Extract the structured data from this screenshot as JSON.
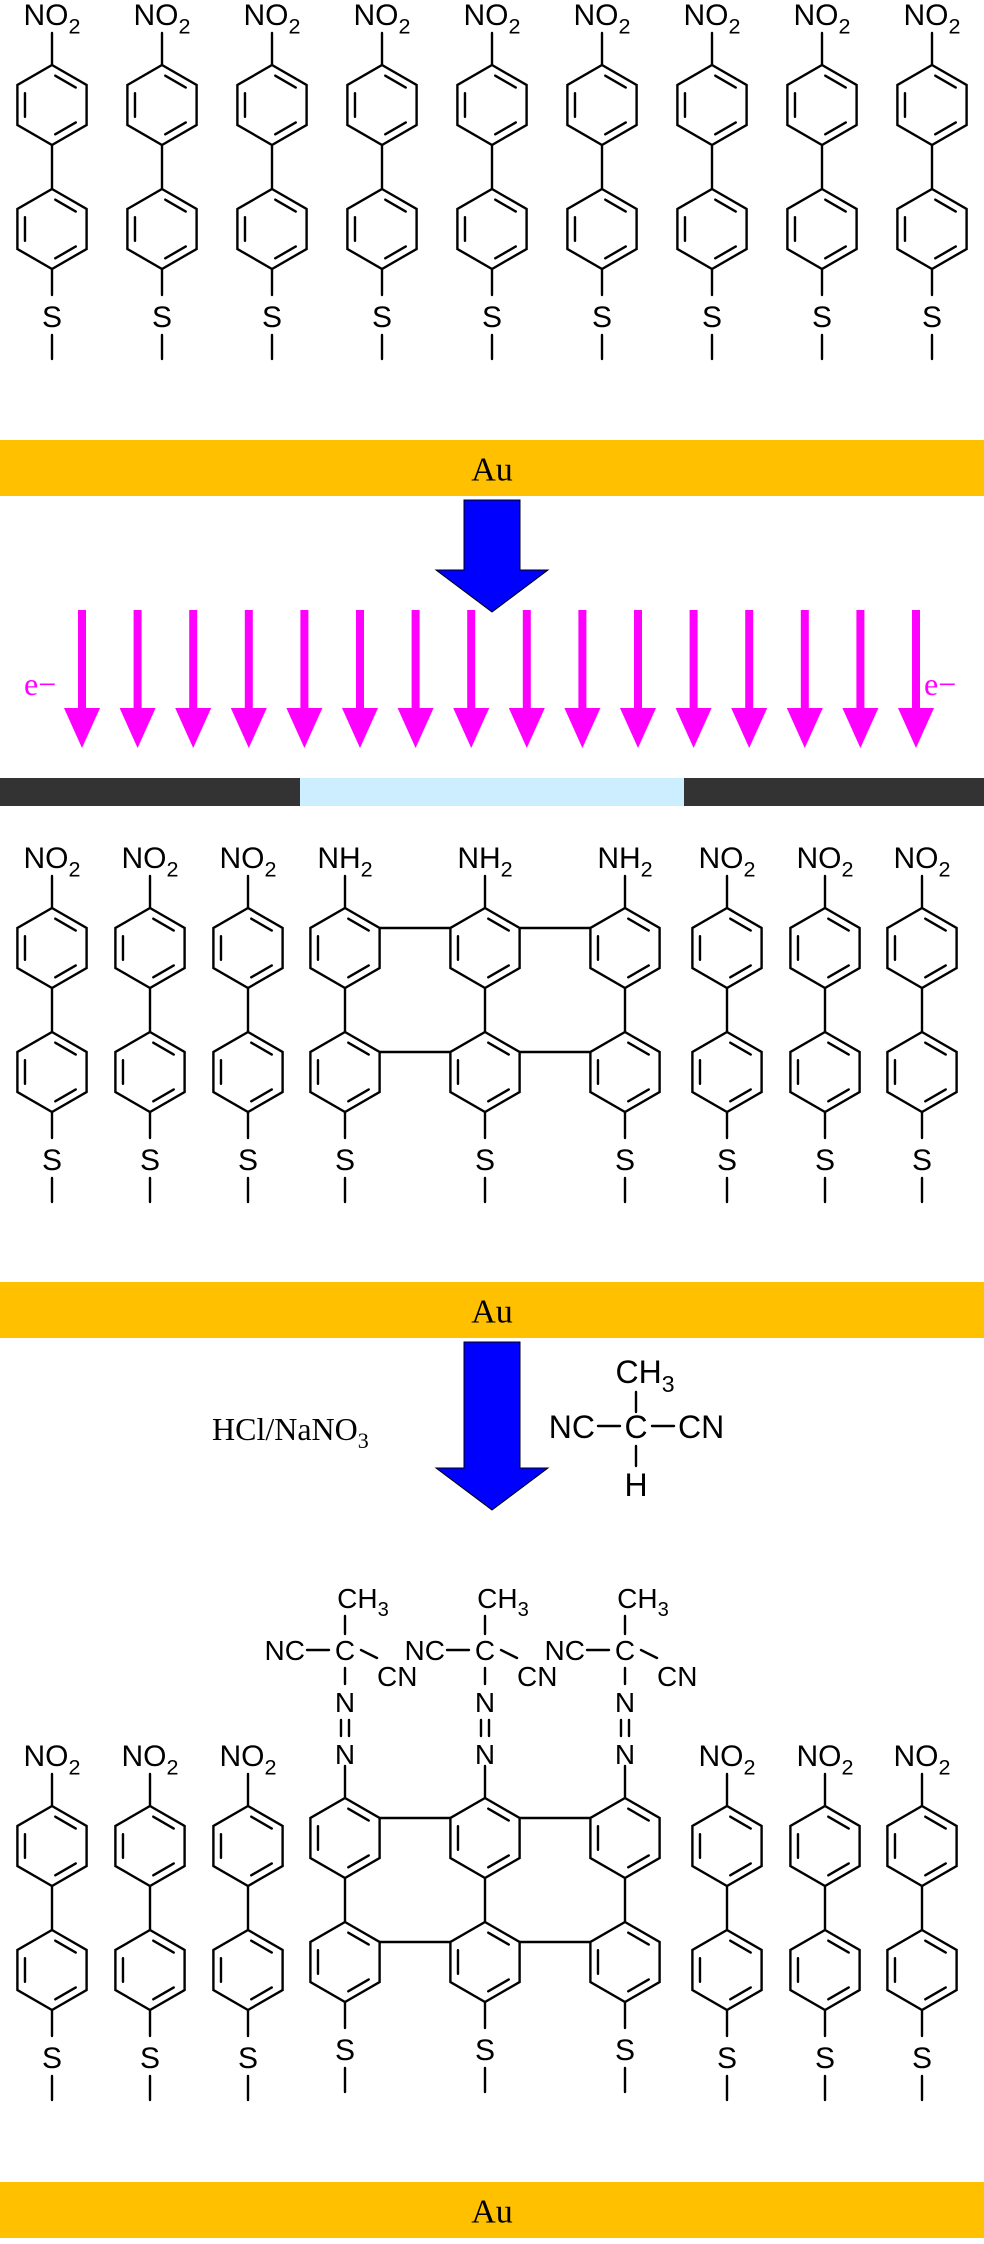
{
  "labels": {
    "nitro": "NO2",
    "amine": "NH2",
    "sulfur": "S",
    "gold": "Au",
    "electron": "e−",
    "reagent": "HCl/NaNO3",
    "methyl": "CH3",
    "nitrile": "NC",
    "nitrile_right": "CN",
    "carbon": "C",
    "hydrogen": "H",
    "azo": "N"
  },
  "colors": {
    "gold": "#ffc000",
    "arrow_blue": "#0000ff",
    "electron_magenta": "#ff00ff",
    "mask_dark": "#333333",
    "mask_open": "#cceeff"
  },
  "panels": [
    {
      "name": "initial-nitro-biphenyl-monolayer",
      "molecule_count": 9
    },
    {
      "name": "irradiated-monolayer-with-amine-crosslinked-region",
      "molecule_count": 9,
      "converted": [
        3,
        4,
        5
      ]
    },
    {
      "name": "azo-coupled-monolayer",
      "molecule_count": 9,
      "converted": [
        3,
        4,
        5
      ]
    }
  ],
  "electron_arrow_count": 16
}
